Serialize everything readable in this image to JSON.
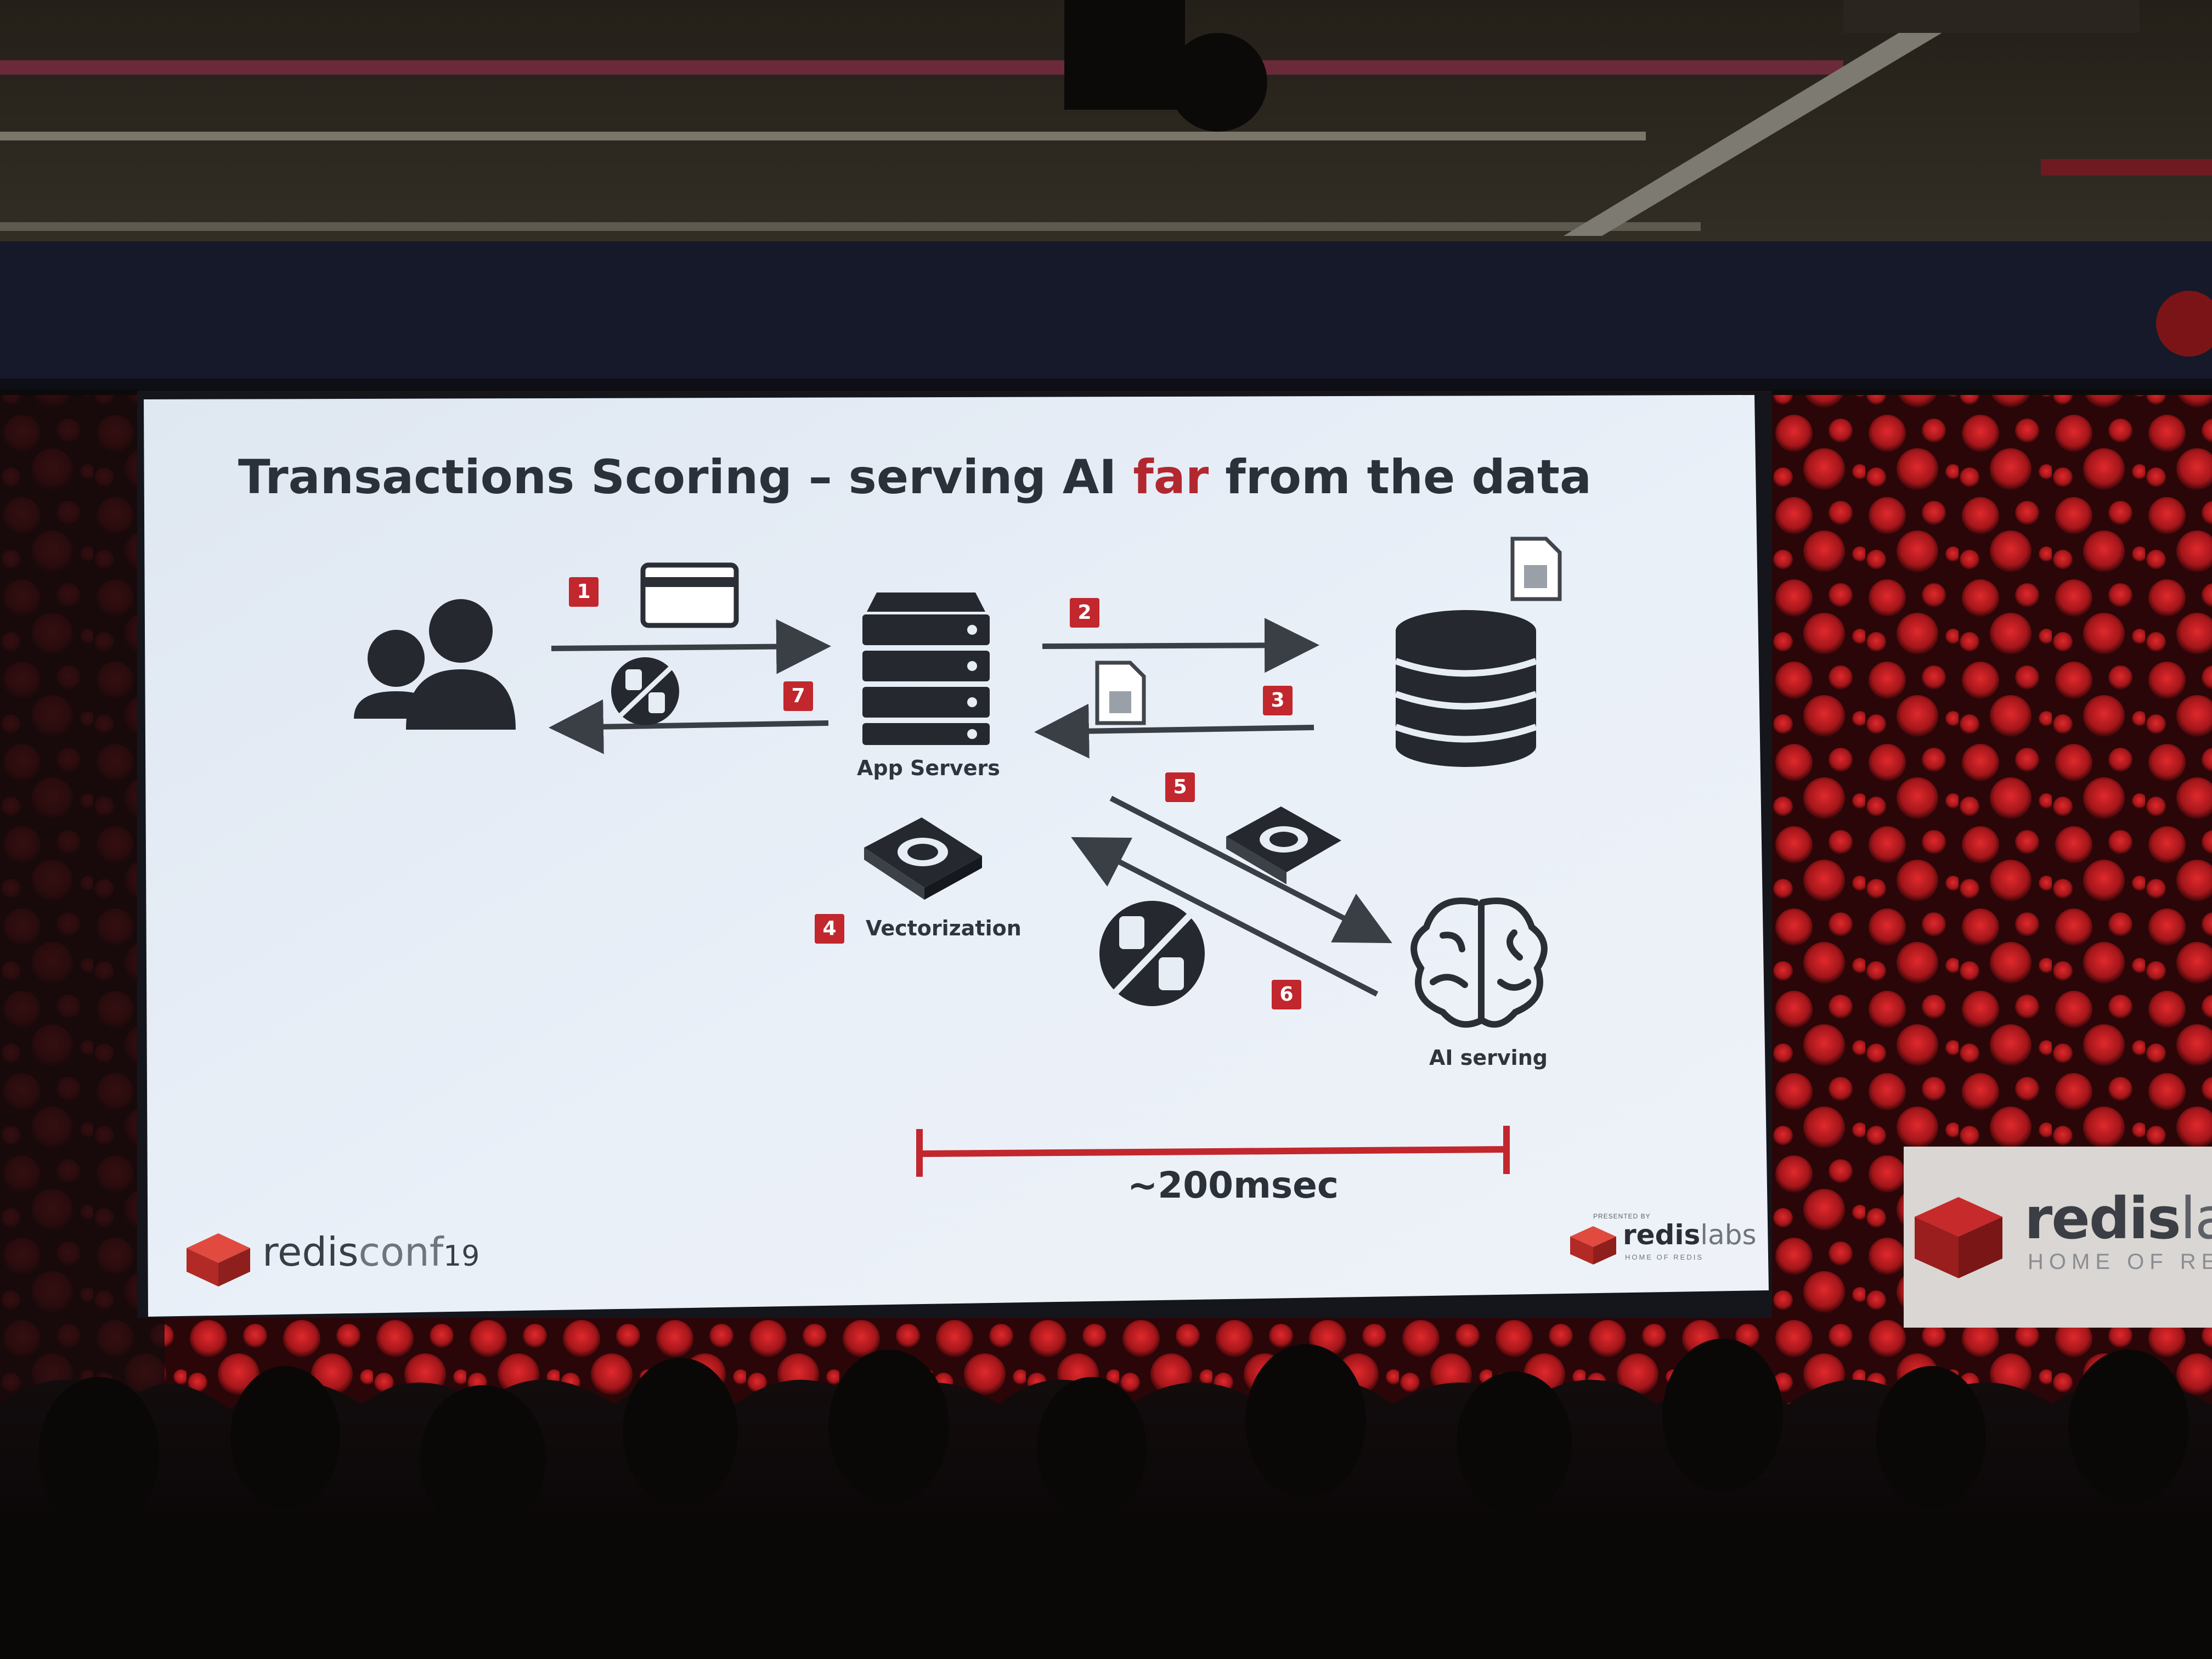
{
  "slide": {
    "title_part1": "Transactions Scoring –  serving AI",
    "title_highlight": "far",
    "title_part2": "from the data",
    "app_servers_label": "App Servers",
    "vectorization_label": "Vectorization",
    "ai_serving_label": "AI serving",
    "latency_label": "~200msec",
    "steps": [
      "1",
      "2",
      "3",
      "4",
      "5",
      "6",
      "7"
    ],
    "brand_left": {
      "redis": "redis",
      "conf": "conf",
      "year": "19"
    },
    "brand_right": {
      "presented_by": "PRESENTED BY",
      "redis": "redis",
      "labs": "labs",
      "tagline": "HOME OF REDIS"
    },
    "icons": [
      "users-icon",
      "credit-card-icon",
      "no-thumbs-icon",
      "server-rack-icon",
      "document-icon",
      "database-icon",
      "vector-chip-icon",
      "brain-icon"
    ]
  },
  "venue": {
    "sign": {
      "redis": "redis",
      "labs": "lab",
      "tagline": "HOME OF RE"
    }
  },
  "colors": {
    "accent": "#c1272d",
    "slide_bg": "#e7edf5",
    "icon": "#2b2f35",
    "backdrop_red": "#b01a1d"
  }
}
